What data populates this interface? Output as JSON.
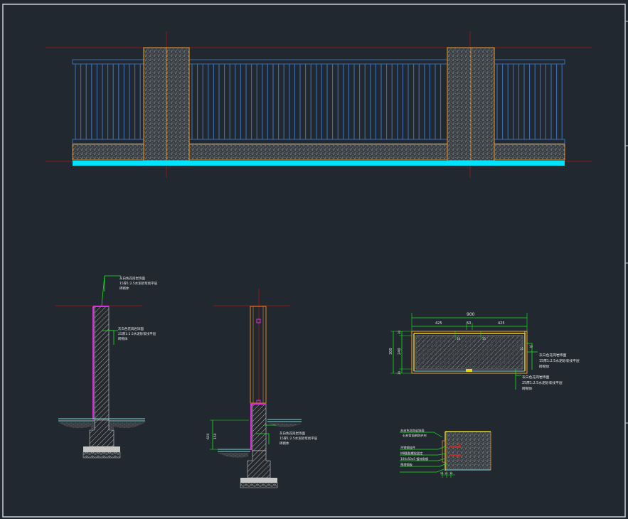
{
  "drawing": {
    "background": "#212830",
    "colors": {
      "frame": "#c9ced4",
      "rail": "#3d6fb0",
      "pier": "#d48a2c",
      "stone": "#c8c8c8",
      "base": "#00e5ff",
      "grade": "#7fd8d8",
      "leader": "#19e619",
      "magenta": "#e02ee0",
      "axis": "#8a1a1a",
      "text": "#e8e8e8",
      "yellow": "#e6d21a"
    }
  },
  "plan": {
    "dim_total": "900",
    "dim_left": "425",
    "dim_mid": "50",
    "dim_right": "425",
    "dim_height_outer": "300",
    "dim_height_inner": "240",
    "dim_top": "30",
    "dim_bottom": "30",
    "dim_small_a": "10",
    "dim_small_b": "15",
    "dim_small_c": "10",
    "dim_small_d": "15",
    "dim_small_e": "5",
    "notes_upper": [
      "灰白色花岗岩饰面",
      "15厚1:2.5水泥砂浆找平层",
      "砖砌体"
    ],
    "notes_lower": [
      "灰白色花岗岩饰面",
      "25厚1:2.5水泥砂浆找平层",
      "砖砌体"
    ]
  },
  "section_a": {
    "notes_top": [
      "灰白色花岗岩饰面",
      "15厚1:2.5水泥砂浆找平层",
      "砖砌体"
    ],
    "notes_mid": [
      "灰白色花岗岩饰面",
      "25厚1:2.5水泥砂浆找平层",
      "砖砌体"
    ]
  },
  "section_b": {
    "dim_label": "600",
    "dim_label_b": "150",
    "notes": [
      "灰白色花岗岩饰面",
      "15厚1:2.5水泥砂浆找平层",
      "砖砌体"
    ]
  },
  "detail": {
    "notes": [
      "灰白色花岗岩饰面",
      "石材背面刷防护剂",
      "不锈钢挂件",
      "M8膨胀螺栓固定",
      "100x50x5 镀锌角钢",
      "预埋钢板"
    ],
    "dims": [
      "25",
      "15",
      "10"
    ]
  }
}
